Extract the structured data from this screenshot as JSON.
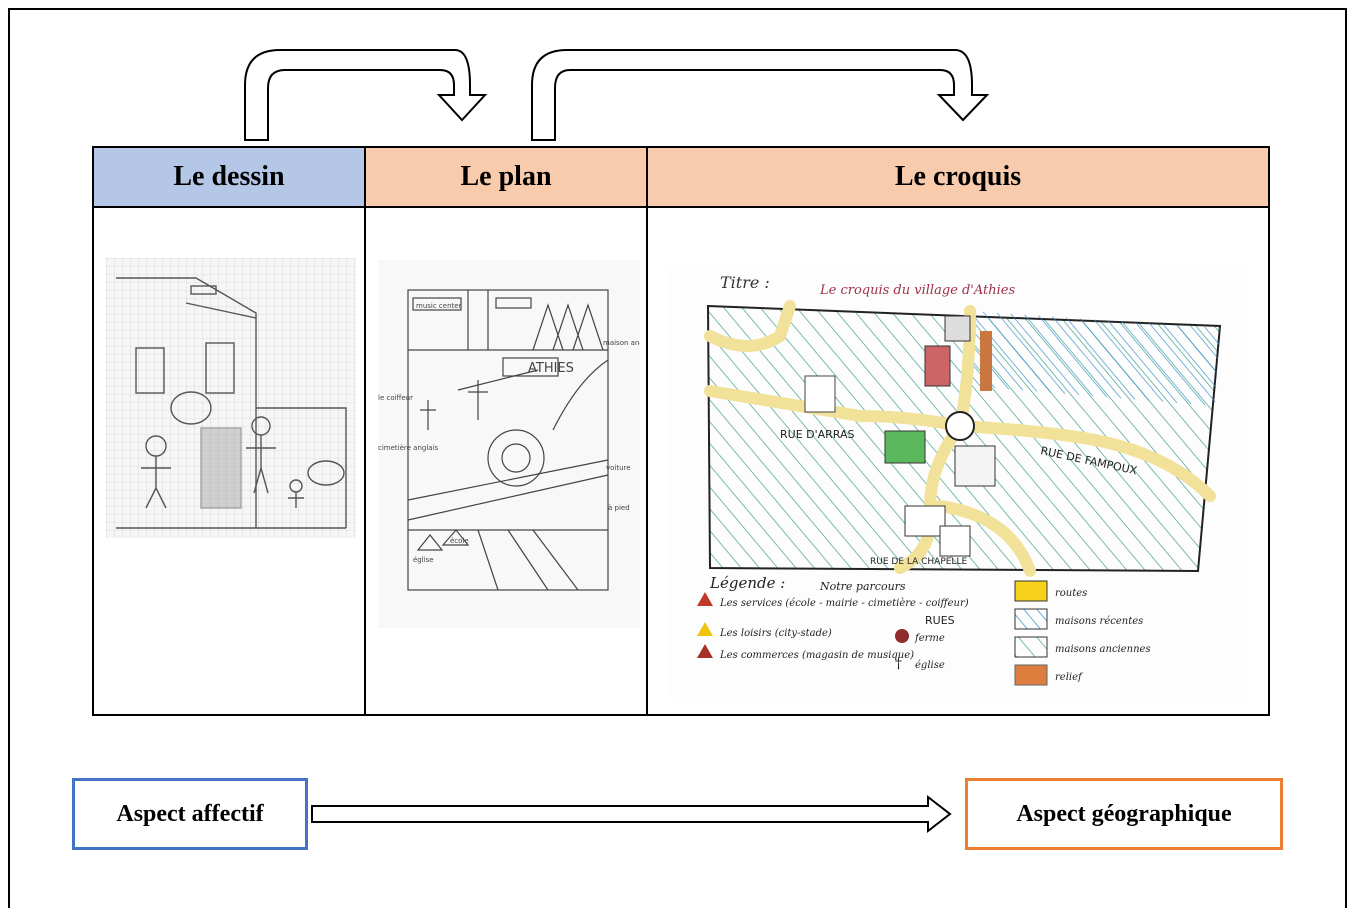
{
  "colors": {
    "dessin_header": "#b4c7e7",
    "plan_header": "#f8cbad",
    "croquis_header": "#f8cbad",
    "affectif_border": "#4472c4",
    "geographique_border": "#ed7d31"
  },
  "table": {
    "headers": [
      "Le dessin",
      "Le plan",
      "Le croquis"
    ]
  },
  "croquis": {
    "title_label": "Titre :",
    "title_text": "Le croquis du village d'Athies",
    "street_arras": "RUE D'ARRAS",
    "street_fampoux": "RUE DE FAMPOUX",
    "street_chapelle": "RUE DE LA CHAPELLE",
    "legend_label": "Légende :",
    "legend_parcours": "Notre parcours",
    "legend_services": "Les services (école - mairie - cimetière - coiffeur)",
    "legend_loisirs": "Les loisirs (city-stade)",
    "legend_commerces": "Les commerces (magasin de musique)",
    "legend_rues": "RUES",
    "legend_ferme": "ferme",
    "legend_eglise": "église",
    "legend_routes": "routes",
    "legend_recentes": "maisons récentes",
    "legend_anciennes": "maisons anciennes",
    "legend_relief": "relief"
  },
  "plan": {
    "athies": "ATHIES",
    "music": "music center",
    "coiffeur": "le coiffeur",
    "ecole": "école",
    "eglise": "église",
    "cimetiere": "cimetière anglais",
    "voiture": "voiture",
    "pied": "à pied",
    "maison": "maison ancienne"
  },
  "aspects": {
    "left": "Aspect affectif",
    "right": "Aspect géographique"
  }
}
